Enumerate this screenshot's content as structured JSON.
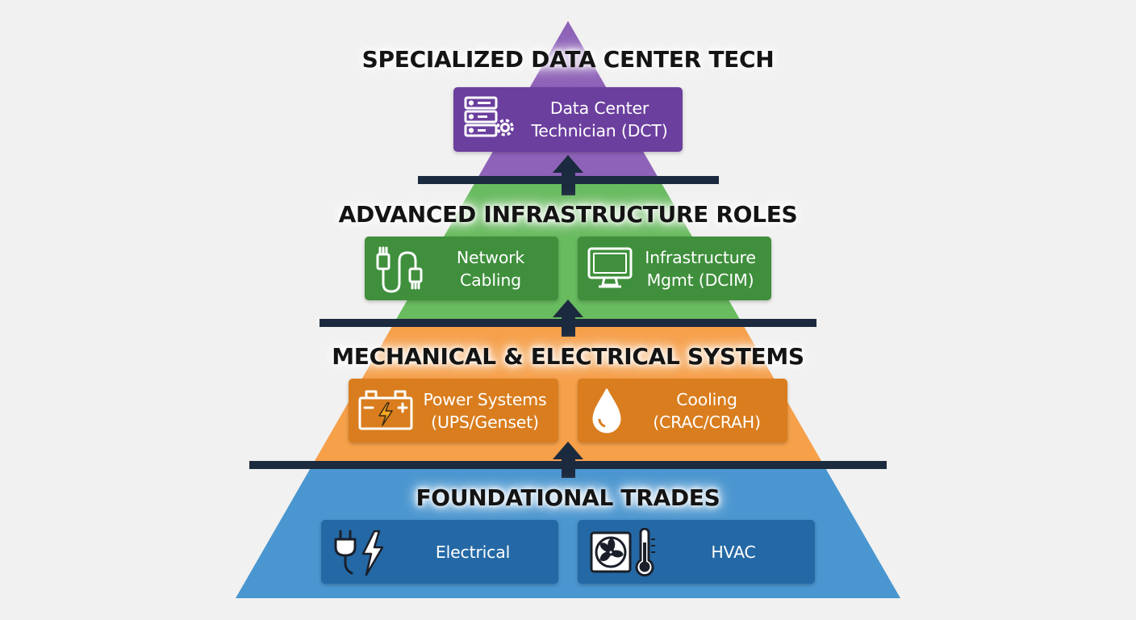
{
  "tiers": [
    {
      "title": "SPECIALIZED DATA CENTER TECH",
      "color": "#8e62b8",
      "card_color": "#6b3f9e",
      "cards": [
        {
          "line1": "Data Center",
          "line2": "Technician (DCT)",
          "icon": "server-gear-icon"
        }
      ]
    },
    {
      "title": "ADVANCED INFRASTRUCTURE ROLES",
      "color": "#68bb5f",
      "card_color": "#3f8f3c",
      "cards": [
        {
          "line1": "Network",
          "line2": "Cabling",
          "icon": "ethernet-cable-icon"
        },
        {
          "line1": "Infrastructure",
          "line2": "Mgmt (DCIM)",
          "icon": "monitor-icon"
        }
      ]
    },
    {
      "title": "MECHANICAL & ELECTRICAL SYSTEMS",
      "color": "#f6a04a",
      "card_color": "#d97d1e",
      "cards": [
        {
          "line1": "Power Systems",
          "line2": "(UPS/Genset)",
          "icon": "battery-icon"
        },
        {
          "line1": "Cooling",
          "line2": "(CRAC/CRAH)",
          "icon": "water-drop-icon"
        }
      ]
    },
    {
      "title": "FOUNDATIONAL TRADES",
      "color": "#4a96d0",
      "card_color": "#2469a5",
      "cards": [
        {
          "line1": "Electrical",
          "line2": "",
          "icon": "plug-lightning-icon"
        },
        {
          "line1": "HVAC",
          "line2": "",
          "icon": "fan-thermometer-icon"
        }
      ]
    }
  ],
  "divider_color": "#1b2a3e"
}
